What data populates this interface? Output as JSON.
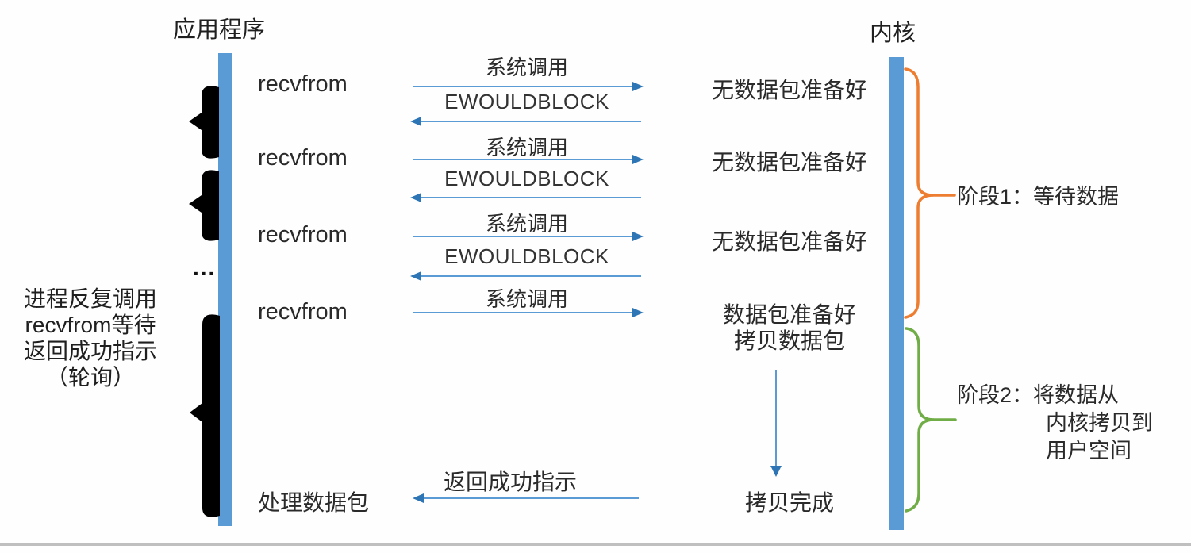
{
  "titles": {
    "app": "应用程序",
    "kernel": "内核"
  },
  "rows": [
    {
      "recvfrom": "recvfrom",
      "syscall": "系统调用",
      "reply": "EWOULDBLOCK",
      "kernel_state": "无数据包准备好"
    },
    {
      "recvfrom": "recvfrom",
      "syscall": "系统调用",
      "reply": "EWOULDBLOCK",
      "kernel_state": "无数据包准备好"
    },
    {
      "recvfrom": "recvfrom",
      "syscall": "系统调用",
      "reply": "EWOULDBLOCK",
      "kernel_state": "无数据包准备好"
    },
    {
      "recvfrom": "recvfrom",
      "syscall": "系统调用",
      "kernel_state": "数据包准备好",
      "kernel_state2": "拷贝数据包"
    }
  ],
  "ellipsis": "...",
  "left_note": {
    "line1": "进程反复调用",
    "line2": "recvfrom等待",
    "line3": "返回成功指示",
    "line4": "（轮询）"
  },
  "finish": {
    "app_action": "处理数据包",
    "return_label": "返回成功指示",
    "kernel_done": "拷贝完成"
  },
  "stage1": {
    "label": "阶段1：等待数据"
  },
  "stage2": {
    "line1": "阶段2：将数据从",
    "line2": "内核拷贝到",
    "line3": "用户空间"
  },
  "colors": {
    "bar_blue": "#5B9BD5",
    "arrow_line_blue": "#5B9BD5",
    "arrow_head_blue": "#2E75B6",
    "stage1_orange": "#ED7D31",
    "stage2_green": "#70AD47",
    "brace_black": "#000000",
    "divider_gray": "#BFBFBF"
  }
}
